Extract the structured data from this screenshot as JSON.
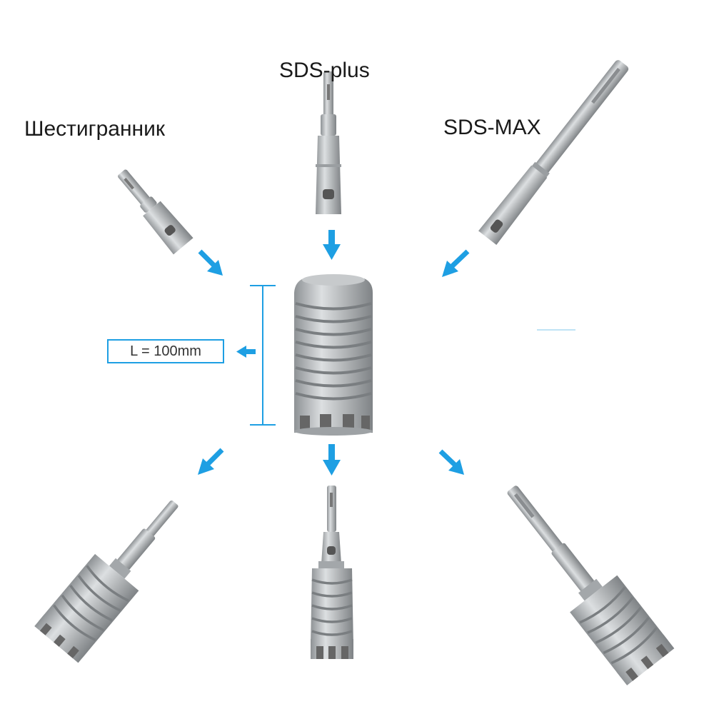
{
  "labels": {
    "sds_plus": "SDS-plus",
    "hex": "Шестигранник",
    "sds_max": "SDS-MAX"
  },
  "dimension": {
    "length_label": "L = 100mm"
  },
  "colors": {
    "arrow": "#1e9fe3",
    "metal": "#b8bbbd",
    "metal_dark": "#8e9295",
    "metal_light": "#dcdfe1",
    "text": "#1a1a1a"
  },
  "icons": {
    "arrow": "blue-arrow-icon",
    "shank": "drill-shank-icon",
    "core_bit": "core-bit-icon"
  }
}
